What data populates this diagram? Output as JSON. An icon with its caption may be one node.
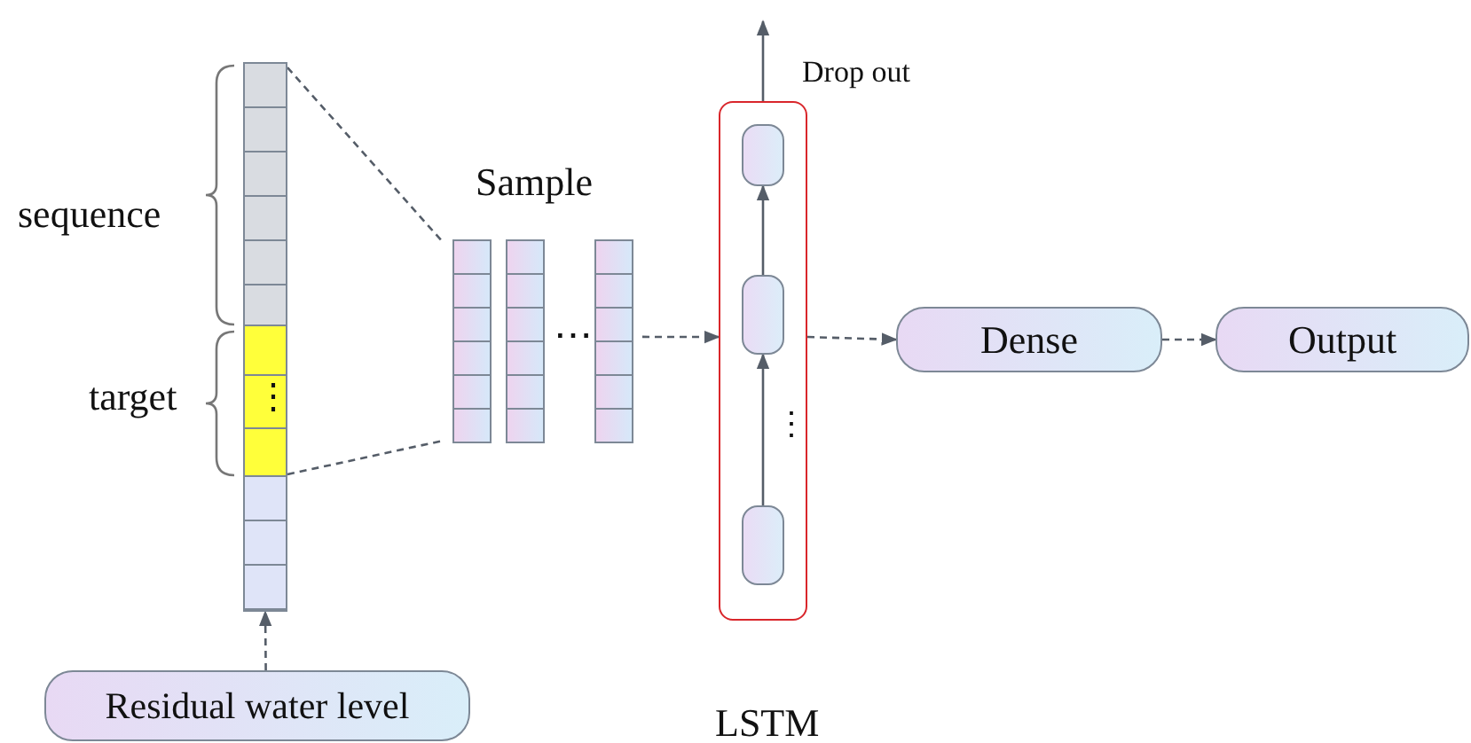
{
  "diagram": {
    "nodes": [
      {
        "text": [
          "Residual water level"
        ]
      },
      {
        "text": [],
        "shape": "bar"
      },
      {
        "text": [
          "Sample"
        ]
      },
      {
        "text": [
          "LSTM"
        ]
      },
      {
        "text": [],
        "shape": "box",
        "in": 3
      },
      {
        "text": [],
        "shape": "box",
        "in": 3
      },
      {
        "text": [],
        "shape": "box",
        "in": 3
      },
      {
        "text": [
          "Dense"
        ]
      },
      {
        "text": [
          "Output"
        ]
      }
    ],
    "edges": [
      {
        "from": 0,
        "to": 1,
        "arrow": "to",
        "style": "dashed"
      },
      {
        "from": 1,
        "to": 2,
        "arrow": "none",
        "style": "dashed"
      },
      {
        "from": 1,
        "to": 2,
        "arrow": "none",
        "style": "dashed"
      },
      {
        "from": 2,
        "to": 3,
        "arrow": "to",
        "style": "dashed"
      },
      {
        "from": 6,
        "to": 5,
        "arrow": "to"
      },
      {
        "from": 5,
        "to": 4,
        "arrow": "to"
      },
      {
        "from": 3,
        "to": null,
        "arrow": "to",
        "label": "Drop out"
      },
      {
        "from": 3,
        "to": 7,
        "arrow": "to",
        "style": "dashed"
      },
      {
        "from": 7,
        "to": 8,
        "arrow": "to",
        "style": "dashed"
      }
    ],
    "labels": [
      "sequence",
      "target",
      "⋮",
      "⋯",
      "⋮"
    ]
  }
}
